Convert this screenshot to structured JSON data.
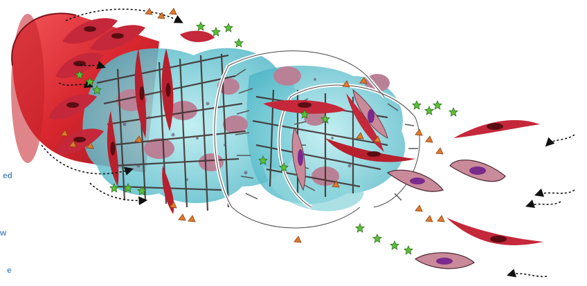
{
  "edge_fragments": [
    "ed",
    "w",
    "e"
  ],
  "colors": {
    "vessel_red": "#d8262e",
    "vessel_dark": "#9e1a22",
    "cell_red": "#c4283a",
    "cell_nucleus": "#5a0d12",
    "ecm_cyan": "#8fd6dc",
    "ecm_dark_cyan": "#3fa5b8",
    "pink_cell": "#c98a9a",
    "pink_nucleus": "#7a2a8c",
    "scaffold_dark": "#3b2a28",
    "star_green": "#5cbf3a",
    "triangle_orange": "#e07a2c",
    "text_blue": "#5b8fc4"
  },
  "icons": [
    "dashed-migration-arrow-icon",
    "growth-factor-star-icon",
    "chemokine-triangle-icon"
  ]
}
